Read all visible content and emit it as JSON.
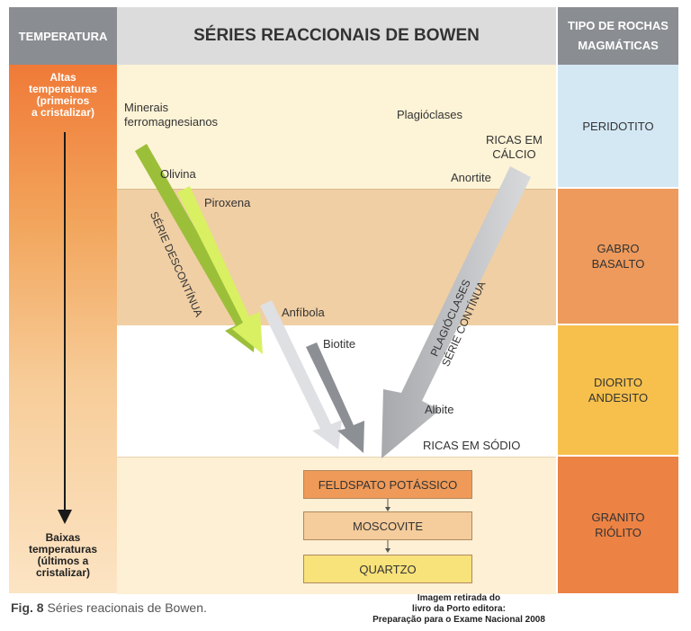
{
  "header": {
    "temperature": "TEMPERATURA",
    "title": "SÉRIES REACCIONAIS DE BOWEN",
    "rock_type": "TIPO DE ROCHAS\nMAGMÁTICAS"
  },
  "temperature_axis": {
    "high": "Altas\ntemperaturas\n(primeiros\na cristalizar)",
    "low": "Baixas\ntemperaturas\n(últimos a\ncristalizar)"
  },
  "discontinuous": {
    "heading": "Minerais\nferromagnesianos",
    "series_label": "SÉRIE DESCONTÍNUA",
    "minerals": [
      "Olivina",
      "Piroxena",
      "Anfíbola",
      "Biotite"
    ]
  },
  "continuous": {
    "heading": "Plagióclases",
    "calcium_rich": "RICAS EM\nCÁLCIO",
    "start_mineral": "Anortite",
    "series_label": "PLAGIÓCLASES\nSÉRIE CONTÍNUA",
    "end_mineral": "Albite",
    "sodium_rich": "RICAS EM SÓDIO"
  },
  "final_sequence": [
    "FELDSPATO POTÁSSICO",
    "MOSCOVITE",
    "QUARTZO"
  ],
  "rocks": [
    "PERIDOTITO",
    "GABRO\nBASALTO",
    "DIORITO\nANDESITO",
    "GRANITO\nRIÓLITO"
  ],
  "caption": {
    "fig": "Fig. 8",
    "text": "Séries reacionais de Bowen."
  },
  "source_note": "Imagem retirada do\nlivro da Porto editora:\nPreparação para o Exame Nacional 2008",
  "colors": {
    "header_gray": "#8a8d91",
    "band1": "#fdf3d6",
    "band2": "#f0cfa4",
    "band3": "#ffffff",
    "band4": "#fdf0d4",
    "peridotito": "#d4e8f4",
    "gabro": "#ee9a5c",
    "diorito": "#f7c04c",
    "granito": "#ec8244",
    "feldspato": "#ef9a58",
    "moscovite": "#f5cc9c",
    "quartzo": "#f8e27a"
  }
}
